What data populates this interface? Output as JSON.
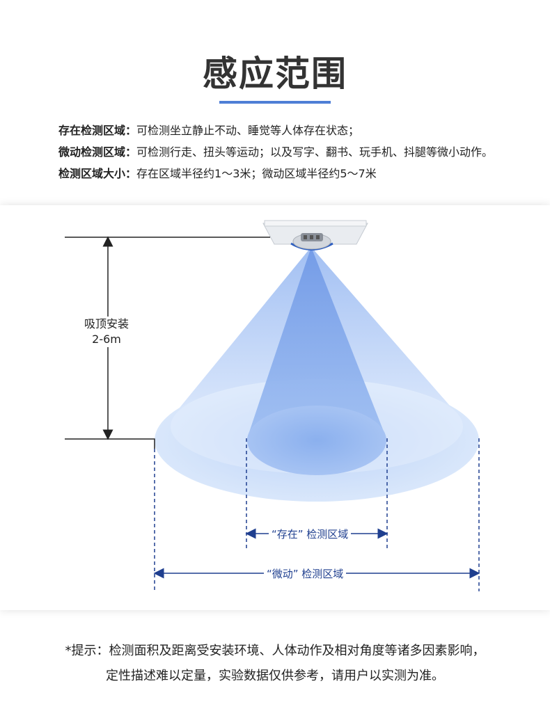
{
  "title": "感应范围",
  "descriptions": [
    {
      "key": "存在检测区域：",
      "text": "可检测坐立静止不动、睡觉等人体存在状态；"
    },
    {
      "key": "微动检测区域：",
      "text": "可检测行走、扭头等运动；以及写字、翻书、玩手机、抖腿等微小动作。"
    },
    {
      "key": "检测区域大小：",
      "text": "存在区域半径约1～3米；微动区域半径约5～7米"
    }
  ],
  "diagram": {
    "height_label_line1": "吸顶安装",
    "height_label_line2": "2-6m",
    "presence_zone_label": "“存在” 检测区域",
    "motion_zone_label": "“微动” 检测区域"
  },
  "note": {
    "line1": "*提示：检测面积及距离受安装环境、人体动作及相对角度等诸多因素影响，",
    "line2": "定性描述难以定量，实验数据仅供参考，请用户以实测为准。"
  },
  "colors": {
    "accent": "#4f7fd6",
    "arrow_blue": "#1f3f8f",
    "outer_cone": "#cfe0fb",
    "inner_cone": "#8fb3ef"
  }
}
